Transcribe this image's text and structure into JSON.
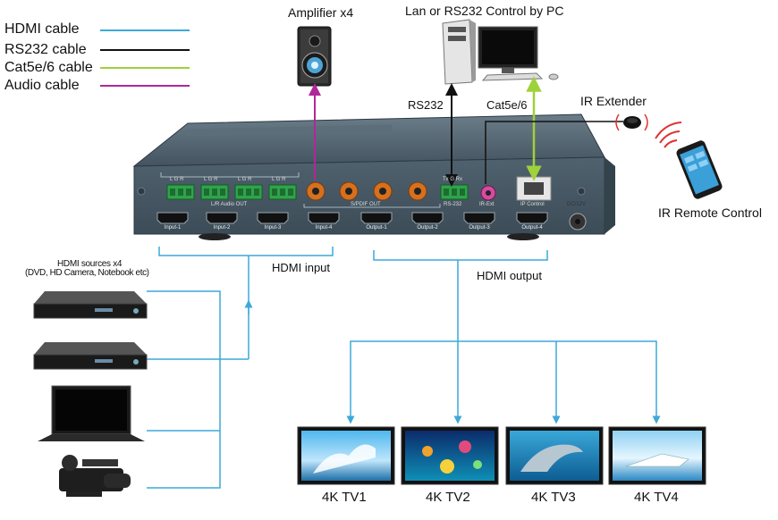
{
  "legend": [
    {
      "label": "HDMI cable",
      "color": "#3da9d8"
    },
    {
      "label": "RS232 cable",
      "color": "#111111"
    },
    {
      "label": "Cat5e/6 cable",
      "color": "#9fd13a"
    },
    {
      "label": "Audio cable",
      "color": "#b0279a"
    }
  ],
  "labels": {
    "amplifier": "Amplifier x4",
    "control": "Lan or RS232 Control by PC",
    "rs232": "RS232",
    "cat5e": "Cat5e/6",
    "ir_extender": "IR Extender",
    "ir_remote": "IR Remote Control",
    "hdmi_input": "HDMI input",
    "hdmi_output": "HDMI output",
    "sources_title": "HDMI sources x4",
    "sources_sub": "(DVD, HD Camera, Notebook etc)"
  },
  "device": {
    "audio_lgr": [
      "L G R",
      "L G R",
      "L G R",
      "L G R"
    ],
    "audio_out": "L/R Audio OUT",
    "spdif_out": "S/PDIF OUT",
    "rs232_pins": "Tx G Rx",
    "rs232": "RS-232",
    "ir_ext": "IR-Ext",
    "ip_control": "IP Control",
    "dc": "DC/12V",
    "ports": [
      "Input-1",
      "Input-2",
      "Input-3",
      "Input-4",
      "Output-1",
      "Output-2",
      "Output-3",
      "Output-4"
    ]
  },
  "tvs": [
    "4K TV1",
    "4K TV2",
    "4K TV3",
    "4K TV4"
  ],
  "colors": {
    "hdmi": "#3da9d8",
    "rs232": "#111111",
    "cat": "#9fd13a",
    "audio": "#b0279a",
    "chassis": "#4b5e6b"
  }
}
